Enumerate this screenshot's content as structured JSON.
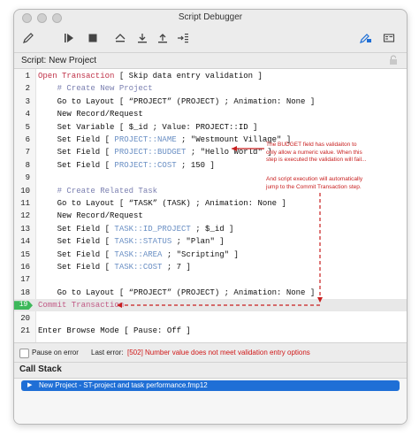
{
  "window": {
    "title": "Script Debugger"
  },
  "toolbar": {
    "icons": [
      "edit-script-icon",
      "run-icon",
      "stop-icon",
      "step-over-icon",
      "step-into-icon",
      "step-out-icon",
      "set-next-step-icon",
      "toggle-breakpoint-icon",
      "data-viewer-icon"
    ]
  },
  "scriptbar": {
    "label": "Script:",
    "name": "New Project"
  },
  "lines": [
    {
      "n": "1",
      "segs": [
        {
          "t": "Open Transaction",
          "c": "red"
        },
        {
          "t": " [ Skip data entry validation ]",
          "c": ""
        }
      ]
    },
    {
      "n": "2",
      "segs": [
        {
          "t": "    # Create New Project",
          "c": "cmt"
        }
      ]
    },
    {
      "n": "3",
      "segs": [
        {
          "t": "    Go to Layout [ “PROJECT” (PROJECT) ; Animation: None ]",
          "c": ""
        }
      ]
    },
    {
      "n": "4",
      "segs": [
        {
          "t": "    New Record/Request",
          "c": ""
        }
      ]
    },
    {
      "n": "5",
      "segs": [
        {
          "t": "    Set Variable [ $_id ; Value: PROJECT::ID ]",
          "c": ""
        }
      ]
    },
    {
      "n": "6",
      "segs": [
        {
          "t": "    Set Field [ ",
          "c": ""
        },
        {
          "t": "PROJECT::NAME",
          "c": "fld"
        },
        {
          "t": " ; \"Westmount Village\" ]",
          "c": ""
        }
      ]
    },
    {
      "n": "7",
      "segs": [
        {
          "t": "    Set Field [ ",
          "c": ""
        },
        {
          "t": "PROJECT::BUDGET",
          "c": "fld"
        },
        {
          "t": " ; \"Hello World\" ]",
          "c": ""
        }
      ]
    },
    {
      "n": "8",
      "segs": [
        {
          "t": "    Set Field [ ",
          "c": ""
        },
        {
          "t": "PROJECT::COST",
          "c": "fld"
        },
        {
          "t": " ; 150 ]",
          "c": ""
        }
      ]
    },
    {
      "n": "9",
      "segs": []
    },
    {
      "n": "10",
      "segs": [
        {
          "t": "    # Create Related Task",
          "c": "cmt"
        }
      ]
    },
    {
      "n": "11",
      "segs": [
        {
          "t": "    Go to Layout [ “TASK” (TASK) ; Animation: None ]",
          "c": ""
        }
      ]
    },
    {
      "n": "12",
      "segs": [
        {
          "t": "    New Record/Request",
          "c": ""
        }
      ]
    },
    {
      "n": "13",
      "segs": [
        {
          "t": "    Set Field [ ",
          "c": ""
        },
        {
          "t": "TASK::ID_PROJECT",
          "c": "fld"
        },
        {
          "t": " ; $_id ]",
          "c": ""
        }
      ]
    },
    {
      "n": "14",
      "segs": [
        {
          "t": "    Set Field [ ",
          "c": ""
        },
        {
          "t": "TASK::STATUS",
          "c": "fld"
        },
        {
          "t": " ; \"Plan\" ]",
          "c": ""
        }
      ]
    },
    {
      "n": "15",
      "segs": [
        {
          "t": "    Set Field [ ",
          "c": ""
        },
        {
          "t": "TASK::AREA",
          "c": "fld"
        },
        {
          "t": " ; \"Scripting\" ]",
          "c": ""
        }
      ]
    },
    {
      "n": "16",
      "segs": [
        {
          "t": "    Set Field [ ",
          "c": ""
        },
        {
          "t": "TASK::COST",
          "c": "fld"
        },
        {
          "t": " ; 7 ]",
          "c": ""
        }
      ]
    },
    {
      "n": "17",
      "segs": []
    },
    {
      "n": "18",
      "segs": [
        {
          "t": "    Go to Layout [ “PROJECT” (PROJECT) ; Animation: None ]",
          "c": ""
        }
      ]
    },
    {
      "n": "19",
      "segs": [
        {
          "t": "Commit Transaction",
          "c": "pink"
        }
      ],
      "current": true
    },
    {
      "n": "20",
      "segs": []
    },
    {
      "n": "21",
      "segs": [
        {
          "t": "Enter Browse Mode [ Pause: Off ]",
          "c": ""
        }
      ]
    }
  ],
  "annotations": {
    "note1": "The BUDGET field has validaiton to\nonly allow a numeric value. When this\nstep is executed the validation will fail...",
    "note2": "And script execution will automatically\njump to the Commit Transaction step."
  },
  "status": {
    "pause_on_error_label": "Pause on error",
    "pause_on_error_checked": false,
    "last_error_label": "Last error:",
    "last_error_value": "[502] Number value does not meet validation entry options"
  },
  "callstack": {
    "title": "Call Stack",
    "items": [
      "New Project - ST-project and task performance.fmp12"
    ]
  },
  "colors": {
    "error": "#d01818",
    "keyword_red": "#c0344a",
    "field_blue": "#6a8fc4",
    "selection": "#1f6fd6",
    "breakpoint_green": "#3db85a"
  }
}
